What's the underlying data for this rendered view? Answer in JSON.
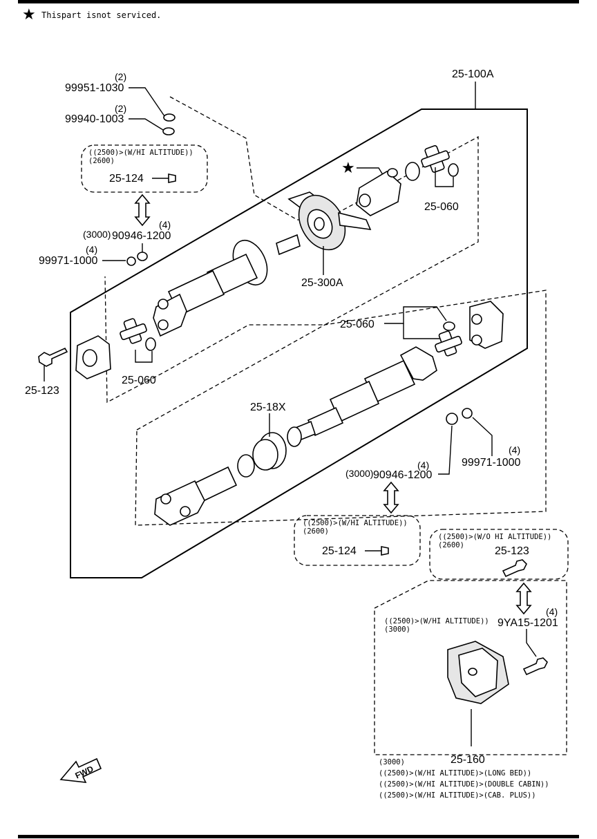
{
  "note": {
    "symbol": "★",
    "text": "Thispart isnot serviced."
  },
  "labels": {
    "assembly": "25-100A",
    "bearing": "25-300A",
    "boot": "25-18X",
    "ujoint_top": "25-060",
    "ujoint_left": "25-060",
    "ujoint_right": "25-060",
    "bolt_left": "25-123",
    "nut_top": "99951-1030",
    "nut_top_qty": "(2)",
    "washer_top": "99940-1003",
    "washer_top_qty": "(2)",
    "bolt_a": "90946-1200",
    "bolt_a_qty": "(4)",
    "bolt_a_cond": "(3000)",
    "washer_a": "99971-1000",
    "washer_a_qty": "(4)",
    "nut_b": "90946-1200",
    "nut_b_qty": "(4)",
    "nut_b_cond": "(3000)",
    "washer_b": "99971-1000",
    "washer_b_qty": "(4)",
    "bolt_9ya": "9YA15-1201",
    "bolt_9ya_qty": "(4)",
    "damper": "25-160"
  },
  "callouts": {
    "top": {
      "line1": "((2500)>(W/HI ALTITUDE))",
      "line2": "(2600)",
      "part": "25-124"
    },
    "mid": {
      "line1": "((2500)>(W/HI ALTITUDE))",
      "line2": "(2600)",
      "part": "25-124"
    },
    "right": {
      "line1": "((2500)>(W/O HI ALTITUDE))",
      "line2": "(2600)",
      "part": "25-123"
    },
    "damper_box": {
      "line1": "((2500)>(W/HI ALTITUDE))",
      "line2": "(3000)"
    }
  },
  "damper_notes": [
    "(3000)",
    "((2500)>(W/HI ALTITUDE)>(LONG BED))",
    "((2500)>(W/HI ALTITUDE)>(DOUBLE CABIN))",
    "((2500)>(W/HI ALTITUDE)>(CAB. PLUS))"
  ],
  "fwd": "FWD"
}
